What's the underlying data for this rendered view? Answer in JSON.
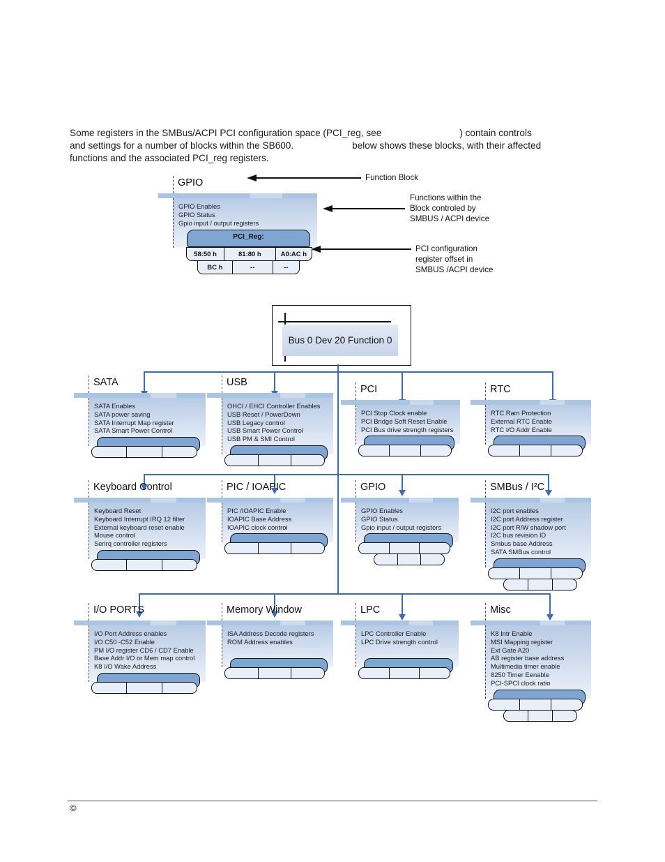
{
  "intro": {
    "line1_pre": "Some registers in the SMBus/ACPI PCI configuration space (PCI_reg, see",
    "line1_post": ") contain controls",
    "line2_pre": "and settings for a number of blocks within the SB600.",
    "line2_post": "below shows these blocks, with their affected",
    "line3": "functions and the associated PCI_reg registers."
  },
  "legend": {
    "example_block": {
      "title": "GPIO",
      "items": [
        "GPIO Enables",
        "GPIO Status",
        "Gpio input / output registers"
      ],
      "reg_header": "PCI_Reg:",
      "reg_rows": [
        [
          "58:50 h",
          "81:80 h",
          "A0:AC h"
        ],
        [
          "BC h",
          "--",
          "--"
        ]
      ]
    },
    "annotations": [
      {
        "text": "Function Block"
      },
      {
        "text": "Functions within the\nBlock controled by\nSMBUS / ACPI device"
      },
      {
        "text": "PCI configuration\nregister offset in\nSMBUS /ACPI device"
      }
    ]
  },
  "diagram": {
    "root": {
      "label": "Bus 0 Dev 20 Function 0"
    },
    "blocks": [
      {
        "title": "SATA",
        "items": [
          "SATA Enables",
          "SATA power saving",
          "SATA Interrupt Map register",
          "SATA Smart Power Control"
        ],
        "cell_rows": [
          [
            "",
            "",
            ""
          ]
        ]
      },
      {
        "title": "USB",
        "items": [
          "OHCI / EHCI Controller Enables",
          "USB Reset / PowerDown",
          "USB Legacy control",
          "USB Smart Power Control",
          "USB PM & SMI Control"
        ],
        "cell_rows": [
          [
            "",
            "",
            ""
          ]
        ]
      },
      {
        "title": "PCI",
        "items": [
          "PCI Stop Clock enable",
          "PCI Bridge Soft Reset Enable",
          "PCI Bus drive strength registers"
        ],
        "cell_rows": [
          [
            "",
            "",
            ""
          ]
        ]
      },
      {
        "title": "RTC",
        "items": [
          "RTC Ram Protection",
          "External RTC Enable",
          "RTC I/O Addr Enable"
        ],
        "cell_rows": [
          [
            "",
            "",
            ""
          ]
        ]
      },
      {
        "title": "Keyboard Control",
        "items": [
          "Keyboard Reset",
          "Keyboard Interrupt IRQ 12 filter",
          "External keyboard reset  enable",
          "Mouse control",
          "Serirq controller registers"
        ],
        "cell_rows": [
          [
            "",
            "",
            ""
          ]
        ]
      },
      {
        "title": "PIC / IOAPIC",
        "items": [
          "PIC /IOAPIC Enable",
          "IOAPIC Base Address",
          "IOAPIC clock control"
        ],
        "cell_rows": [
          [
            "",
            "",
            ""
          ]
        ]
      },
      {
        "title": "GPIO",
        "items": [
          "GPIO Enables",
          "GPIO Status",
          "Gpio input / output registers"
        ],
        "cell_rows": [
          [
            "",
            "",
            ""
          ],
          [
            "",
            "",
            ""
          ]
        ]
      },
      {
        "title": "SMBus / I²C",
        "items": [
          "I2C port enables",
          "I2C port Address register",
          "I2C port R/W shadow port",
          "I2C bus revision ID",
          "Smbus base Address",
          "SATA SMBus control"
        ],
        "cell_rows": [
          [
            "",
            "",
            ""
          ],
          [
            "",
            "",
            ""
          ]
        ]
      },
      {
        "title": "I/O PORTS",
        "items": [
          "I/O Port Address enables",
          "I/O C50 -C52 Enable",
          "PM I/O register CD6 / CD7 Enable",
          "Base Addr I/O or Mem map control",
          "K8 I/O Wake Address"
        ],
        "cell_rows": [
          [
            "",
            "",
            ""
          ]
        ]
      },
      {
        "title": "Memory Window",
        "items": [
          "ISA Address Decode registers",
          "ROM Address enables"
        ],
        "cell_rows": [
          [
            "",
            "",
            ""
          ]
        ]
      },
      {
        "title": "LPC",
        "items": [
          "LPC Controller Enable",
          "LPC Drive strength control"
        ],
        "cell_rows": [
          [
            "",
            "",
            ""
          ]
        ]
      },
      {
        "title": "Misc",
        "items": [
          "K8 Intr Enable",
          "MSI Mapping register",
          "Ext Gate A20",
          "AB register base address",
          "Multimedia timer enable",
          "8250 Timer Eenable",
          "PCI-SPCI clock ratio"
        ],
        "cell_rows": [
          [
            "",
            "",
            ""
          ],
          [
            "",
            "",
            ""
          ]
        ]
      }
    ]
  },
  "footer": {
    "copyright": "©"
  },
  "colors": {
    "line_blue": "#3e6cb0",
    "strip": "#aac4e3",
    "bar": "#7fa5d3",
    "cell": "#e9eff8"
  }
}
